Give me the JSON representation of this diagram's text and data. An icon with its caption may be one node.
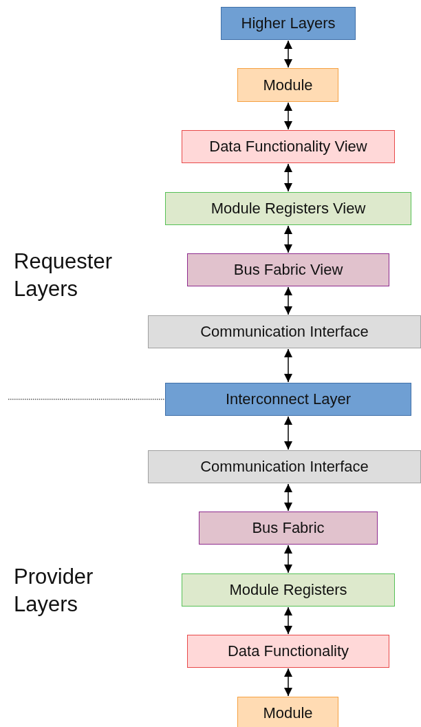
{
  "diagram": {
    "nodes": [
      {
        "text": [
          "Higher Layers"
        ]
      },
      {
        "text": [
          "Module"
        ]
      },
      {
        "text": [
          "Data Functionality View"
        ]
      },
      {
        "text": [
          "Module Registers View"
        ]
      },
      {
        "text": [
          "Bus Fabric View"
        ]
      },
      {
        "text": [
          "Communication Interface"
        ]
      },
      {
        "text": [
          "Interconnect Layer"
        ]
      },
      {
        "text": [
          "Communication Interface"
        ]
      },
      {
        "text": [
          "Bus Fabric"
        ]
      },
      {
        "text": [
          "Module Registers"
        ]
      },
      {
        "text": [
          "Data Functionality"
        ]
      },
      {
        "text": [
          "Module"
        ]
      }
    ],
    "edges": [
      {
        "from": 0,
        "to": 1,
        "arrow": "both"
      },
      {
        "from": 1,
        "to": 2,
        "arrow": "both"
      },
      {
        "from": 2,
        "to": 3,
        "arrow": "both"
      },
      {
        "from": 3,
        "to": 4,
        "arrow": "both"
      },
      {
        "from": 4,
        "to": 5,
        "arrow": "both"
      },
      {
        "from": 5,
        "to": 6,
        "arrow": "both"
      },
      {
        "from": 6,
        "to": 7,
        "arrow": "both"
      },
      {
        "from": 7,
        "to": 8,
        "arrow": "both"
      },
      {
        "from": 8,
        "to": 9,
        "arrow": "both"
      },
      {
        "from": 9,
        "to": 10,
        "arrow": "both"
      },
      {
        "from": 10,
        "to": 11,
        "arrow": "both"
      }
    ],
    "labels": [
      "Requester Layers",
      "Provider Layers"
    ]
  }
}
